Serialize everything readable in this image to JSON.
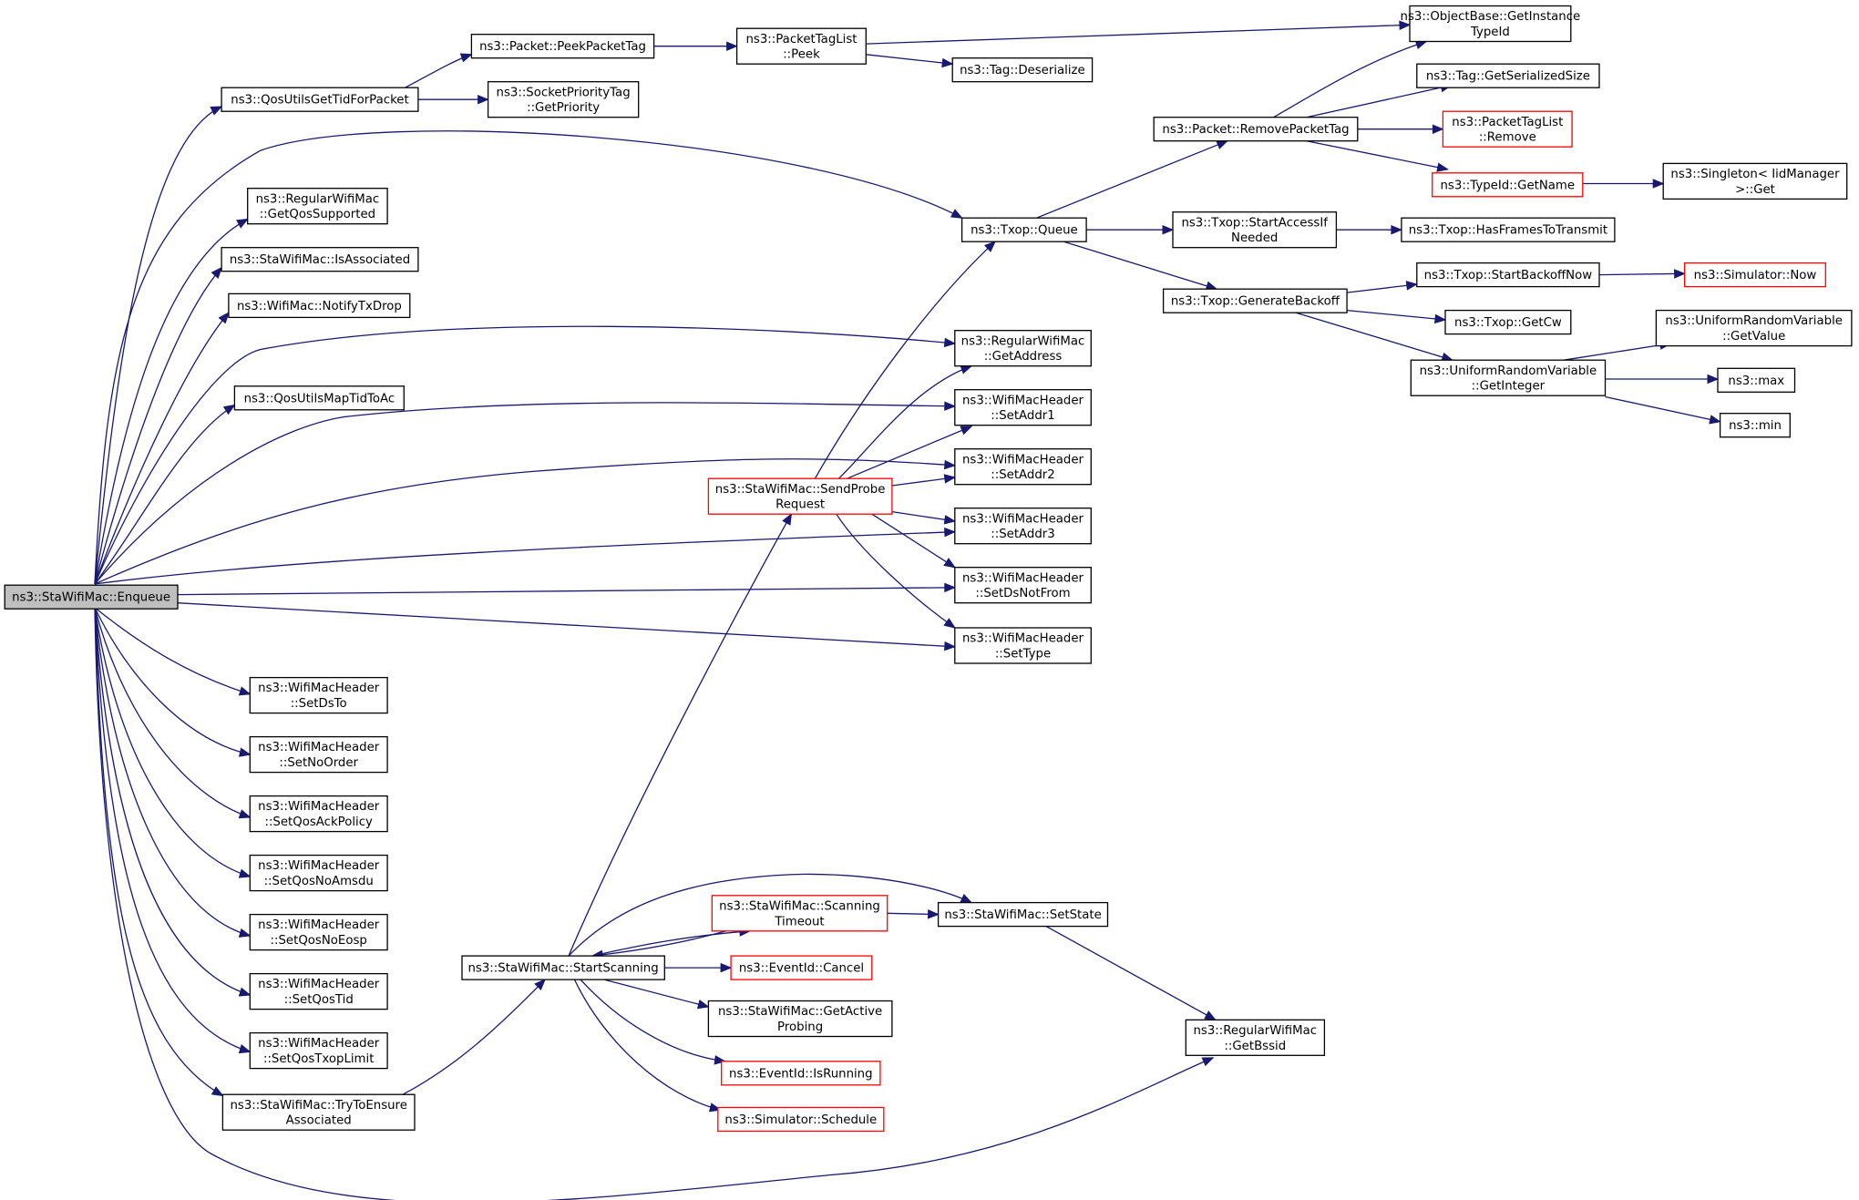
{
  "diagram": {
    "type": "call-graph",
    "nodes": {
      "enqueue": {
        "lines": [
          "ns3::StaWifiMac::Enqueue"
        ],
        "style": "root"
      },
      "qosTid": {
        "lines": [
          "ns3::QosUtilsGetTidForPacket"
        ]
      },
      "peekTag": {
        "lines": [
          "ns3::Packet::PeekPacketTag"
        ]
      },
      "tagListPeek": {
        "lines": [
          "ns3::PacketTagList",
          "::Peek"
        ]
      },
      "getInstance": {
        "lines": [
          "ns3::ObjectBase::GetInstance",
          "TypeId"
        ]
      },
      "tagDeser": {
        "lines": [
          "ns3::Tag::Deserialize"
        ]
      },
      "sockPrio": {
        "lines": [
          "ns3::SocketPriorityTag",
          "::GetPriority"
        ]
      },
      "getQos": {
        "lines": [
          "ns3::RegularWifiMac",
          "::GetQosSupported"
        ]
      },
      "isAssoc": {
        "lines": [
          "ns3::StaWifiMac::IsAssociated"
        ]
      },
      "notifyTx": {
        "lines": [
          "ns3::WifiMac::NotifyTxDrop"
        ]
      },
      "mapTid": {
        "lines": [
          "ns3::QosUtilsMapTidToAc"
        ]
      },
      "txopQueue": {
        "lines": [
          "ns3::Txop::Queue"
        ]
      },
      "removeTag": {
        "lines": [
          "ns3::Packet::RemovePacketTag"
        ]
      },
      "getSerSize": {
        "lines": [
          "ns3::Tag::GetSerializedSize"
        ]
      },
      "tagListRemove": {
        "lines": [
          "ns3::PacketTagList",
          "::Remove"
        ],
        "style": "red"
      },
      "typeIdName": {
        "lines": [
          "ns3::TypeId::GetName"
        ],
        "style": "red"
      },
      "singleton": {
        "lines": [
          "ns3::Singleton< IidManager",
          " >::Get"
        ]
      },
      "startAccess": {
        "lines": [
          "ns3::Txop::StartAccessIf",
          "Needed"
        ]
      },
      "hasFrames": {
        "lines": [
          "ns3::Txop::HasFramesToTransmit"
        ]
      },
      "genBackoff": {
        "lines": [
          "ns3::Txop::GenerateBackoff"
        ]
      },
      "startBackoff": {
        "lines": [
          "ns3::Txop::StartBackoffNow"
        ]
      },
      "simNow": {
        "lines": [
          "ns3::Simulator::Now"
        ],
        "style": "red"
      },
      "getCw": {
        "lines": [
          "ns3::Txop::GetCw"
        ]
      },
      "getInteger": {
        "lines": [
          "ns3::UniformRandomVariable",
          "::GetInteger"
        ]
      },
      "getValue": {
        "lines": [
          "ns3::UniformRandomVariable",
          "::GetValue"
        ]
      },
      "nsMax": {
        "lines": [
          "ns3::max"
        ]
      },
      "nsMin": {
        "lines": [
          "ns3::min"
        ]
      },
      "getAddress": {
        "lines": [
          "ns3::RegularWifiMac",
          "::GetAddress"
        ]
      },
      "setAddr1": {
        "lines": [
          "ns3::WifiMacHeader",
          "::SetAddr1"
        ]
      },
      "setAddr2": {
        "lines": [
          "ns3::WifiMacHeader",
          "::SetAddr2"
        ]
      },
      "setAddr3": {
        "lines": [
          "ns3::WifiMacHeader",
          "::SetAddr3"
        ]
      },
      "setDsNotFrom": {
        "lines": [
          "ns3::WifiMacHeader",
          "::SetDsNotFrom"
        ]
      },
      "setType": {
        "lines": [
          "ns3::WifiMacHeader",
          "::SetType"
        ]
      },
      "sendProbe": {
        "lines": [
          "ns3::StaWifiMac::SendProbe",
          "Request"
        ],
        "style": "red"
      },
      "setDsTo": {
        "lines": [
          "ns3::WifiMacHeader",
          "::SetDsTo"
        ]
      },
      "setNoOrder": {
        "lines": [
          "ns3::WifiMacHeader",
          "::SetNoOrder"
        ]
      },
      "setQosAck": {
        "lines": [
          "ns3::WifiMacHeader",
          "::SetQosAckPolicy"
        ]
      },
      "setQosNoAmsdu": {
        "lines": [
          "ns3::WifiMacHeader",
          "::SetQosNoAmsdu"
        ]
      },
      "setQosNoEosp": {
        "lines": [
          "ns3::WifiMacHeader",
          "::SetQosNoEosp"
        ]
      },
      "setQosTid": {
        "lines": [
          "ns3::WifiMacHeader",
          "::SetQosTid"
        ]
      },
      "setQosTxop": {
        "lines": [
          "ns3::WifiMacHeader",
          "::SetQosTxopLimit"
        ]
      },
      "tryEnsure": {
        "lines": [
          "ns3::StaWifiMac::TryToEnsure",
          "Associated"
        ]
      },
      "startScan": {
        "lines": [
          "ns3::StaWifiMac::StartScanning"
        ]
      },
      "scanTimeout": {
        "lines": [
          "ns3::StaWifiMac::Scanning",
          "Timeout"
        ],
        "style": "red"
      },
      "setState": {
        "lines": [
          "ns3::StaWifiMac::SetState"
        ]
      },
      "evCancel": {
        "lines": [
          "ns3::EventId::Cancel"
        ],
        "style": "red"
      },
      "getActive": {
        "lines": [
          "ns3::StaWifiMac::GetActive",
          "Probing"
        ]
      },
      "evRunning": {
        "lines": [
          "ns3::EventId::IsRunning"
        ],
        "style": "red"
      },
      "simSchedule": {
        "lines": [
          "ns3::Simulator::Schedule"
        ],
        "style": "red"
      },
      "getBssid": {
        "lines": [
          "ns3::RegularWifiMac",
          "::GetBssid"
        ]
      }
    },
    "edges": [
      [
        "enqueue",
        "qosTid"
      ],
      [
        "qosTid",
        "peekTag"
      ],
      [
        "peekTag",
        "tagListPeek"
      ],
      [
        "tagListPeek",
        "getInstance"
      ],
      [
        "tagListPeek",
        "tagDeser"
      ],
      [
        "qosTid",
        "sockPrio"
      ],
      [
        "enqueue",
        "getQos"
      ],
      [
        "enqueue",
        "isAssoc"
      ],
      [
        "enqueue",
        "notifyTx"
      ],
      [
        "enqueue",
        "mapTid"
      ],
      [
        "enqueue",
        "txopQueue"
      ],
      [
        "txopQueue",
        "removeTag"
      ],
      [
        "removeTag",
        "getInstance"
      ],
      [
        "removeTag",
        "getSerSize"
      ],
      [
        "removeTag",
        "tagListRemove"
      ],
      [
        "removeTag",
        "typeIdName"
      ],
      [
        "typeIdName",
        "singleton"
      ],
      [
        "txopQueue",
        "startAccess"
      ],
      [
        "startAccess",
        "hasFrames"
      ],
      [
        "txopQueue",
        "genBackoff"
      ],
      [
        "genBackoff",
        "startBackoff"
      ],
      [
        "startBackoff",
        "simNow"
      ],
      [
        "genBackoff",
        "getCw"
      ],
      [
        "genBackoff",
        "getInteger"
      ],
      [
        "getInteger",
        "getValue"
      ],
      [
        "getInteger",
        "nsMax"
      ],
      [
        "getInteger",
        "nsMin"
      ],
      [
        "enqueue",
        "getAddress"
      ],
      [
        "enqueue",
        "setAddr1"
      ],
      [
        "enqueue",
        "setAddr2"
      ],
      [
        "enqueue",
        "setAddr3"
      ],
      [
        "enqueue",
        "setDsNotFrom"
      ],
      [
        "enqueue",
        "setType"
      ],
      [
        "sendProbe",
        "txopQueue"
      ],
      [
        "sendProbe",
        "getAddress"
      ],
      [
        "sendProbe",
        "setAddr1"
      ],
      [
        "sendProbe",
        "setAddr2"
      ],
      [
        "sendProbe",
        "setAddr3"
      ],
      [
        "sendProbe",
        "setDsNotFrom"
      ],
      [
        "sendProbe",
        "setType"
      ],
      [
        "enqueue",
        "setDsTo"
      ],
      [
        "enqueue",
        "setNoOrder"
      ],
      [
        "enqueue",
        "setQosAck"
      ],
      [
        "enqueue",
        "setQosNoAmsdu"
      ],
      [
        "enqueue",
        "setQosNoEosp"
      ],
      [
        "enqueue",
        "setQosTid"
      ],
      [
        "enqueue",
        "setQosTxop"
      ],
      [
        "enqueue",
        "tryEnsure"
      ],
      [
        "enqueue",
        "getBssid"
      ],
      [
        "tryEnsure",
        "startScan"
      ],
      [
        "startScan",
        "sendProbe"
      ],
      [
        "startScan",
        "setState"
      ],
      [
        "startScan",
        "scanTimeout"
      ],
      [
        "scanTimeout",
        "startScan"
      ],
      [
        "scanTimeout",
        "setState"
      ],
      [
        "startScan",
        "evCancel"
      ],
      [
        "startScan",
        "getActive"
      ],
      [
        "startScan",
        "evRunning"
      ],
      [
        "startScan",
        "simSchedule"
      ],
      [
        "setState",
        "getBssid"
      ]
    ]
  }
}
